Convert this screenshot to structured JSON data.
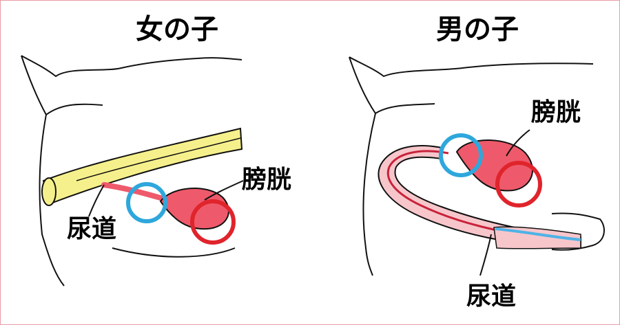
{
  "panels": {
    "female": {
      "title": "女の子",
      "bladder_label": "膀胱",
      "urethra_label": "尿道"
    },
    "male": {
      "title": "男の子",
      "bladder_label": "膀胱",
      "urethra_label": "尿道"
    }
  },
  "colors": {
    "frame_border": "#e89aa4",
    "outline": "#111111",
    "bladder_fill": "#ee5a6b",
    "female_tract_fill": "#f6f08c",
    "male_sheath_fill": "#f7c6cb",
    "male_urethra_line": "#c8233a",
    "male_penis_highlight": "#4db3e6",
    "blue_circle": "#2ea7dc",
    "red_circle": "#e0242c"
  },
  "markers": [
    {
      "panel": "female",
      "color": "blue",
      "meaning": "urethra opening"
    },
    {
      "panel": "female",
      "color": "red",
      "meaning": "bladder"
    },
    {
      "panel": "male",
      "color": "blue",
      "meaning": "urethra opening"
    },
    {
      "panel": "male",
      "color": "red",
      "meaning": "bladder"
    }
  ]
}
